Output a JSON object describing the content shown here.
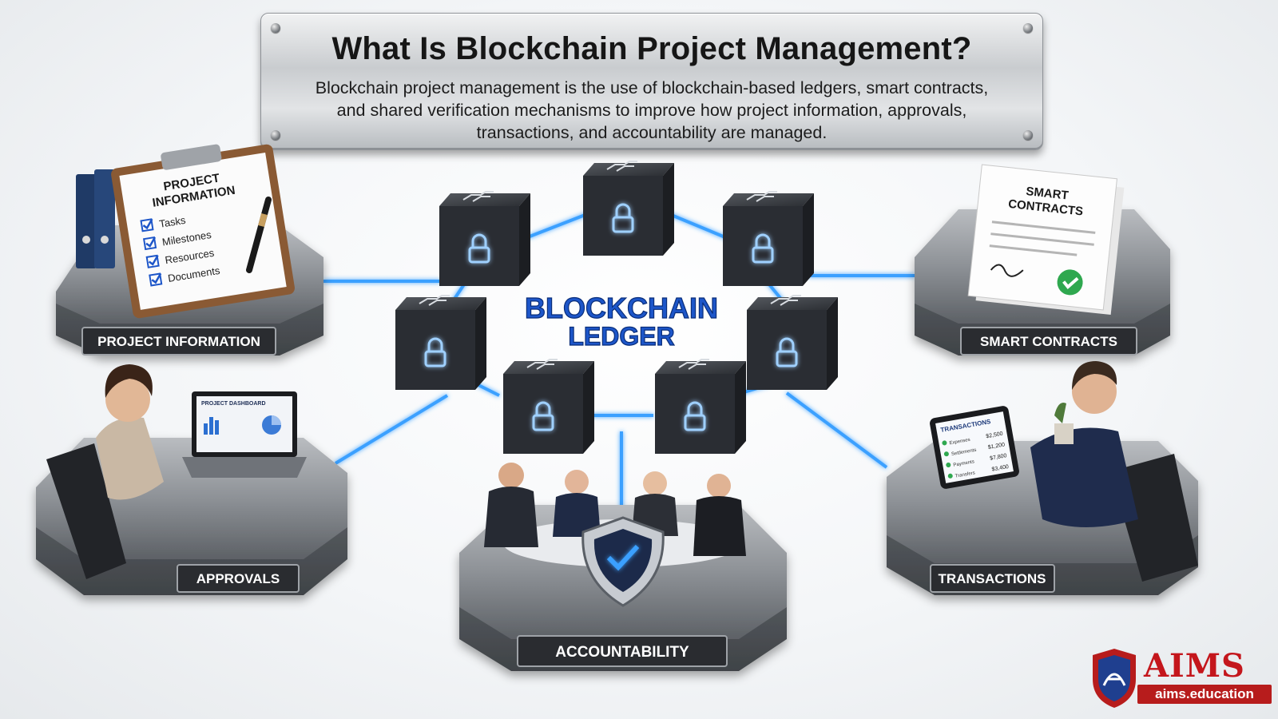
{
  "header": {
    "title": "What Is Blockchain Project Management?",
    "subtitle": "Blockchain project management is the use of blockchain-based ledgers, smart contracts, and shared verification mechanisms to improve how project information, approvals, transactions, and accountability are managed."
  },
  "center": {
    "line1": "BLOCKCHAIN",
    "line2": "LEDGER"
  },
  "nodes": {
    "project_information": "PROJECT INFORMATION",
    "smart_contracts": "SMART CONTRACTS",
    "approvals": "APPROVALS",
    "transactions": "TRANSACTIONS",
    "accountability": "ACCOUNTABILITY"
  },
  "clipboard": {
    "title_line1": "PROJECT",
    "title_line2": "INFORMATION",
    "items": [
      "Tasks",
      "Milestones",
      "Resources",
      "Documents"
    ]
  },
  "contract_doc": {
    "title_line1": "SMART",
    "title_line2": "CONTRACTS"
  },
  "laptop": {
    "screen_title": "PROJECT DASHBOARD"
  },
  "tablet": {
    "title": "TRANSACTIONS",
    "rows": [
      {
        "label": "Expenses",
        "amount": "$2,500"
      },
      {
        "label": "Settlements",
        "amount": "$1,200"
      },
      {
        "label": "Payments",
        "amount": "$7,800"
      },
      {
        "label": "Transfers",
        "amount": "$3,400"
      }
    ]
  },
  "logo": {
    "name": "AIMS",
    "url": "aims.education"
  },
  "colors": {
    "accent_blue": "#1d56c9",
    "glow_blue": "#3aa0ff",
    "brand_red": "#c4161c",
    "cube_dark": "#2a2d33"
  }
}
